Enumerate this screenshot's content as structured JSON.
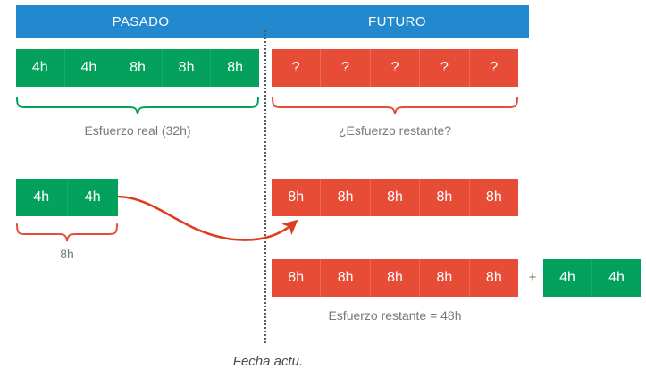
{
  "header": {
    "past_label": "PASADO",
    "future_label": "FUTURO",
    "color": "#2289ce"
  },
  "colors": {
    "green": "#04a15c",
    "red": "#e64c36",
    "blue": "#2289ce",
    "caption_gray": "#76787b",
    "now_line": "#58585a"
  },
  "now_marker": {
    "label": "Fecha actu."
  },
  "rows": {
    "past_actual": {
      "cells": [
        "4h",
        "4h",
        "8h",
        "8h",
        "8h"
      ],
      "color": "green",
      "caption": "Esfuerzo real (32h)"
    },
    "future_unknown": {
      "cells": [
        "?",
        "?",
        "?",
        "?",
        "?"
      ],
      "color": "red",
      "caption": "¿Esfuerzo restante?"
    },
    "extra_effort": {
      "cells": [
        "4h",
        "4h"
      ],
      "color": "green",
      "caption": "8h"
    },
    "remaining_mid": {
      "cells": [
        "8h",
        "8h",
        "8h",
        "8h",
        "8h"
      ],
      "color": "red"
    },
    "remaining_low": {
      "cells": [
        "8h",
        "8h",
        "8h",
        "8h",
        "8h"
      ],
      "color": "red",
      "caption": "Esfuerzo restante = 48h"
    },
    "added_low": {
      "cells": [
        "4h",
        "4h"
      ],
      "color": "green"
    }
  },
  "plus_sign": "+"
}
